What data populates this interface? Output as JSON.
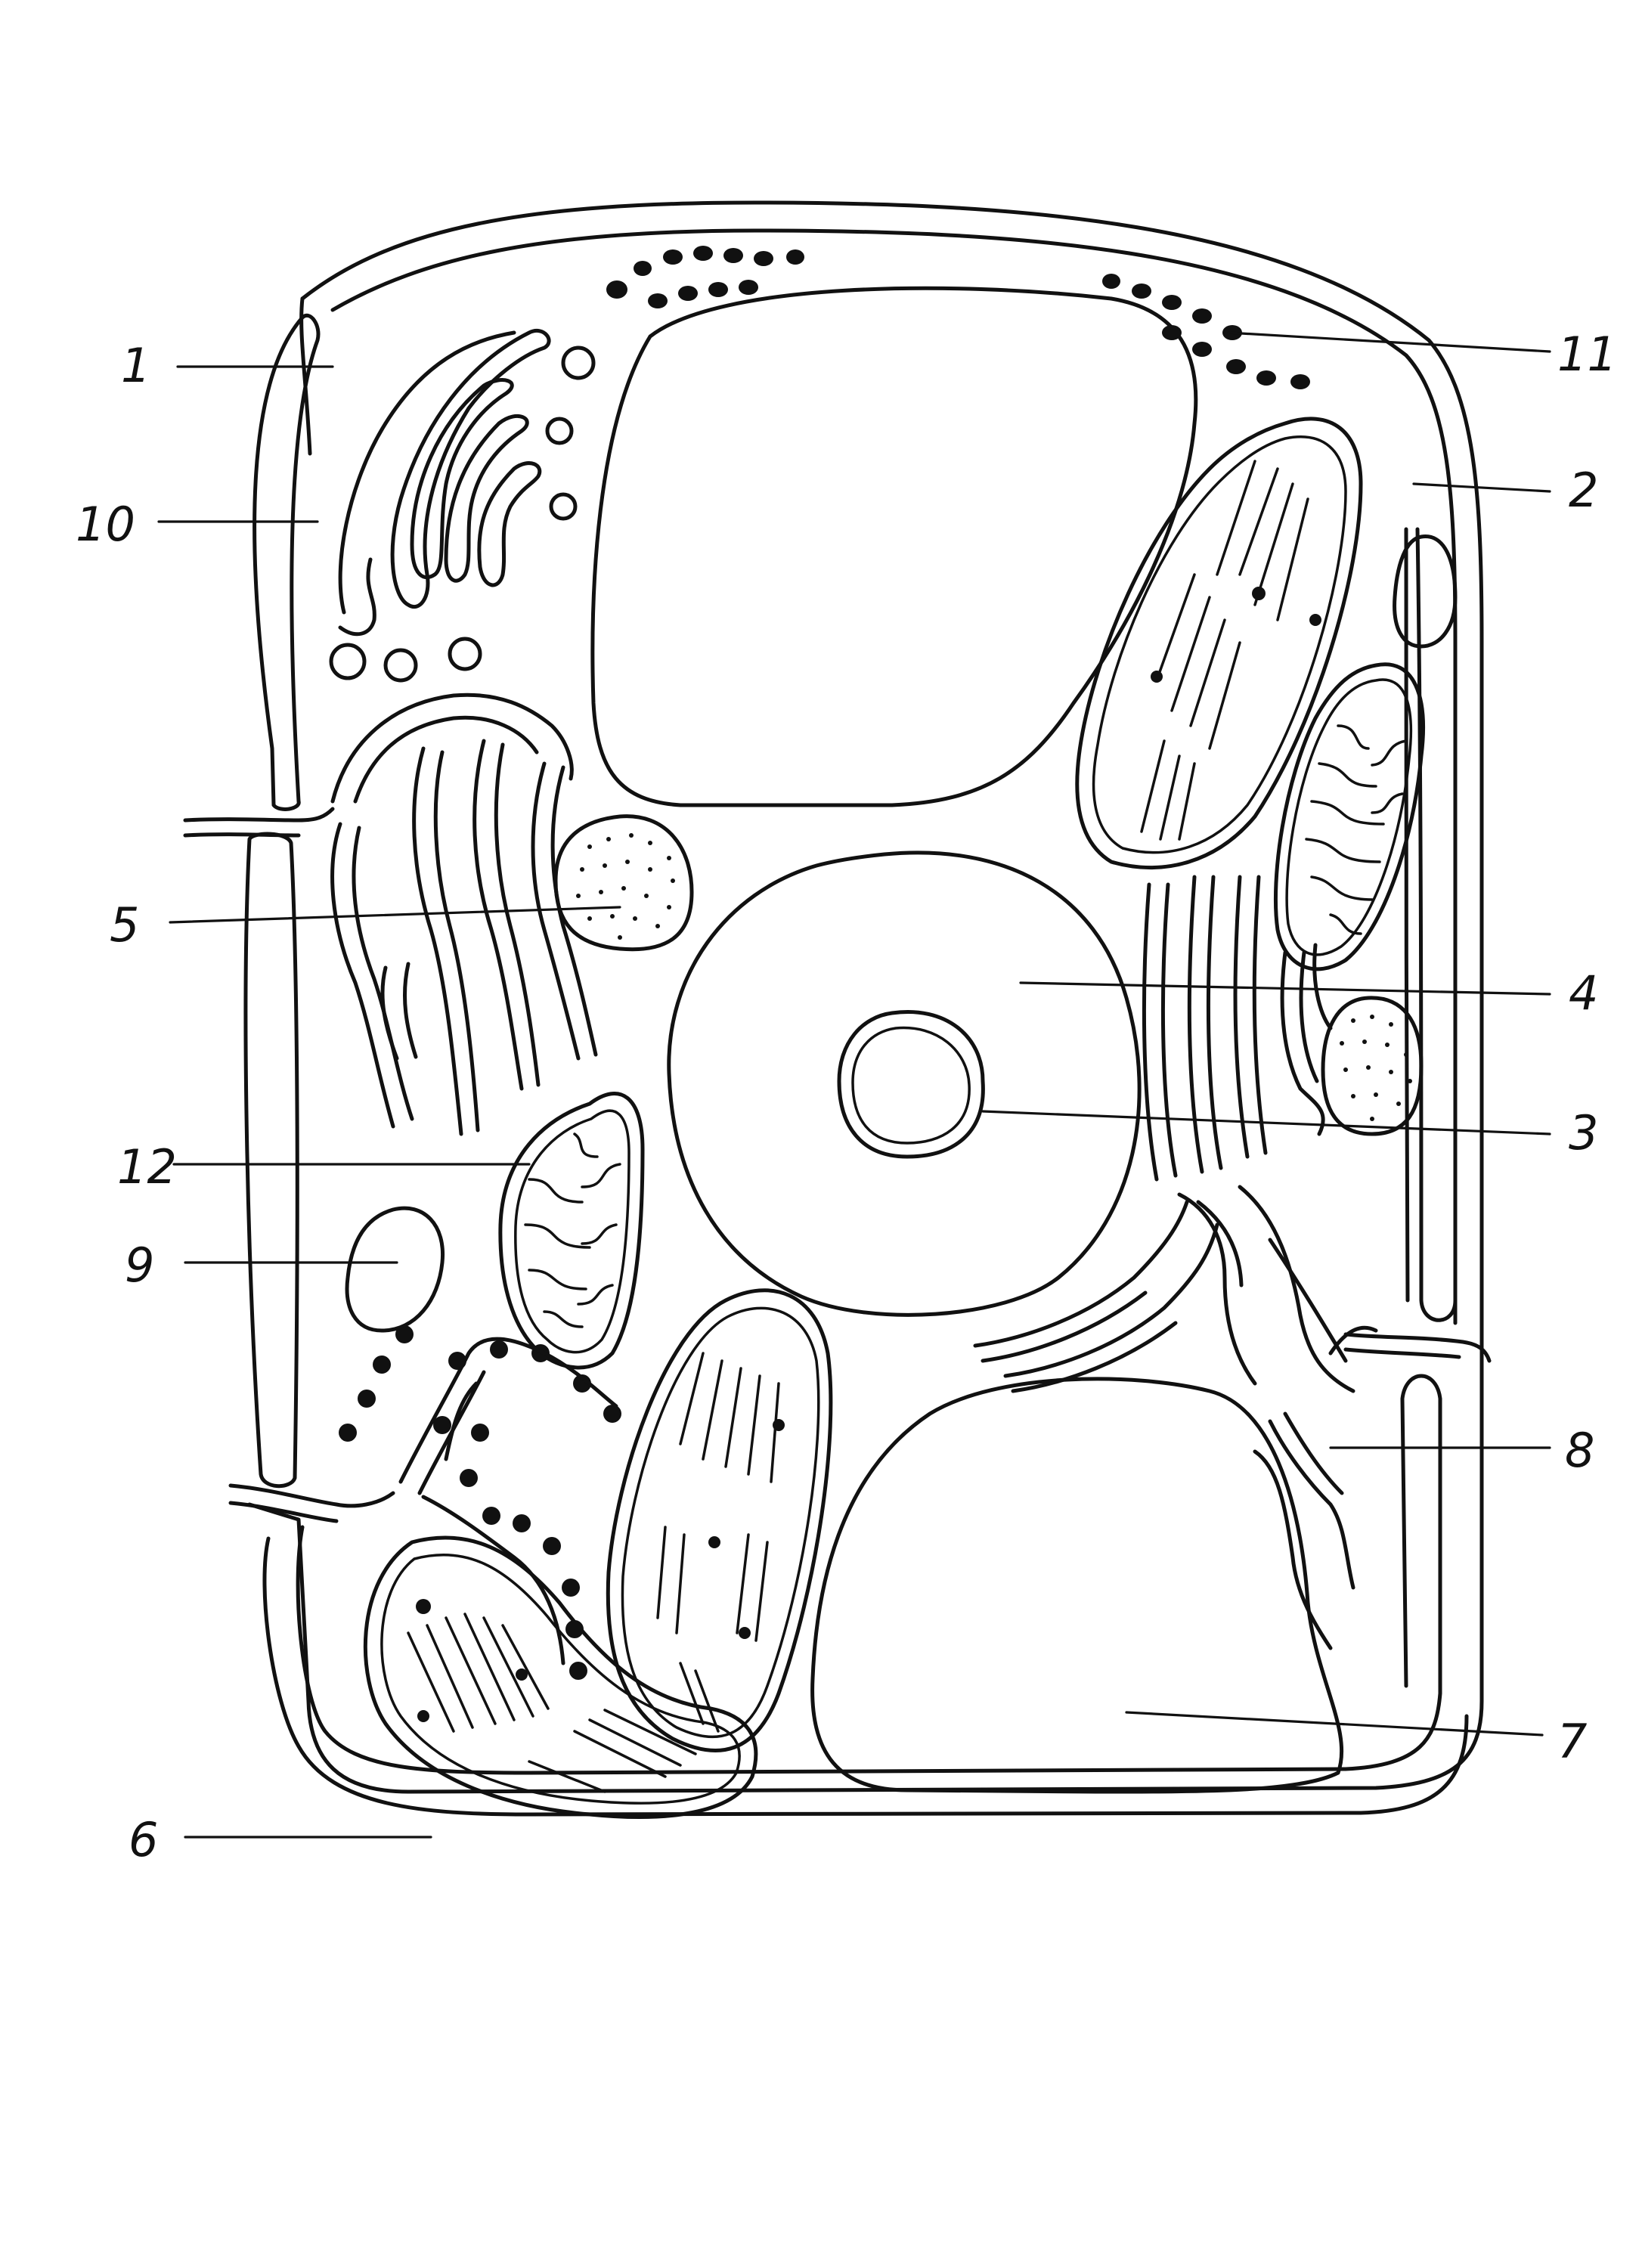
{
  "labels": [
    {
      "id": "cell-wall",
      "text": "1"
    },
    {
      "id": "cytoplasm",
      "text": "2"
    },
    {
      "id": "nucleolus",
      "text": "3"
    },
    {
      "id": "nucleus",
      "text": "4"
    },
    {
      "id": "vesicle-granular",
      "text": "5"
    },
    {
      "id": "chloroplast",
      "text": "6"
    },
    {
      "id": "vacuole",
      "text": "7"
    },
    {
      "id": "endoplasmic-reticulum",
      "text": "8"
    },
    {
      "id": "small-vacuole",
      "text": "9"
    },
    {
      "id": "golgi-apparatus",
      "text": "10"
    },
    {
      "id": "ribosomes",
      "text": "11"
    },
    {
      "id": "mitochondrion",
      "text": "12"
    }
  ]
}
